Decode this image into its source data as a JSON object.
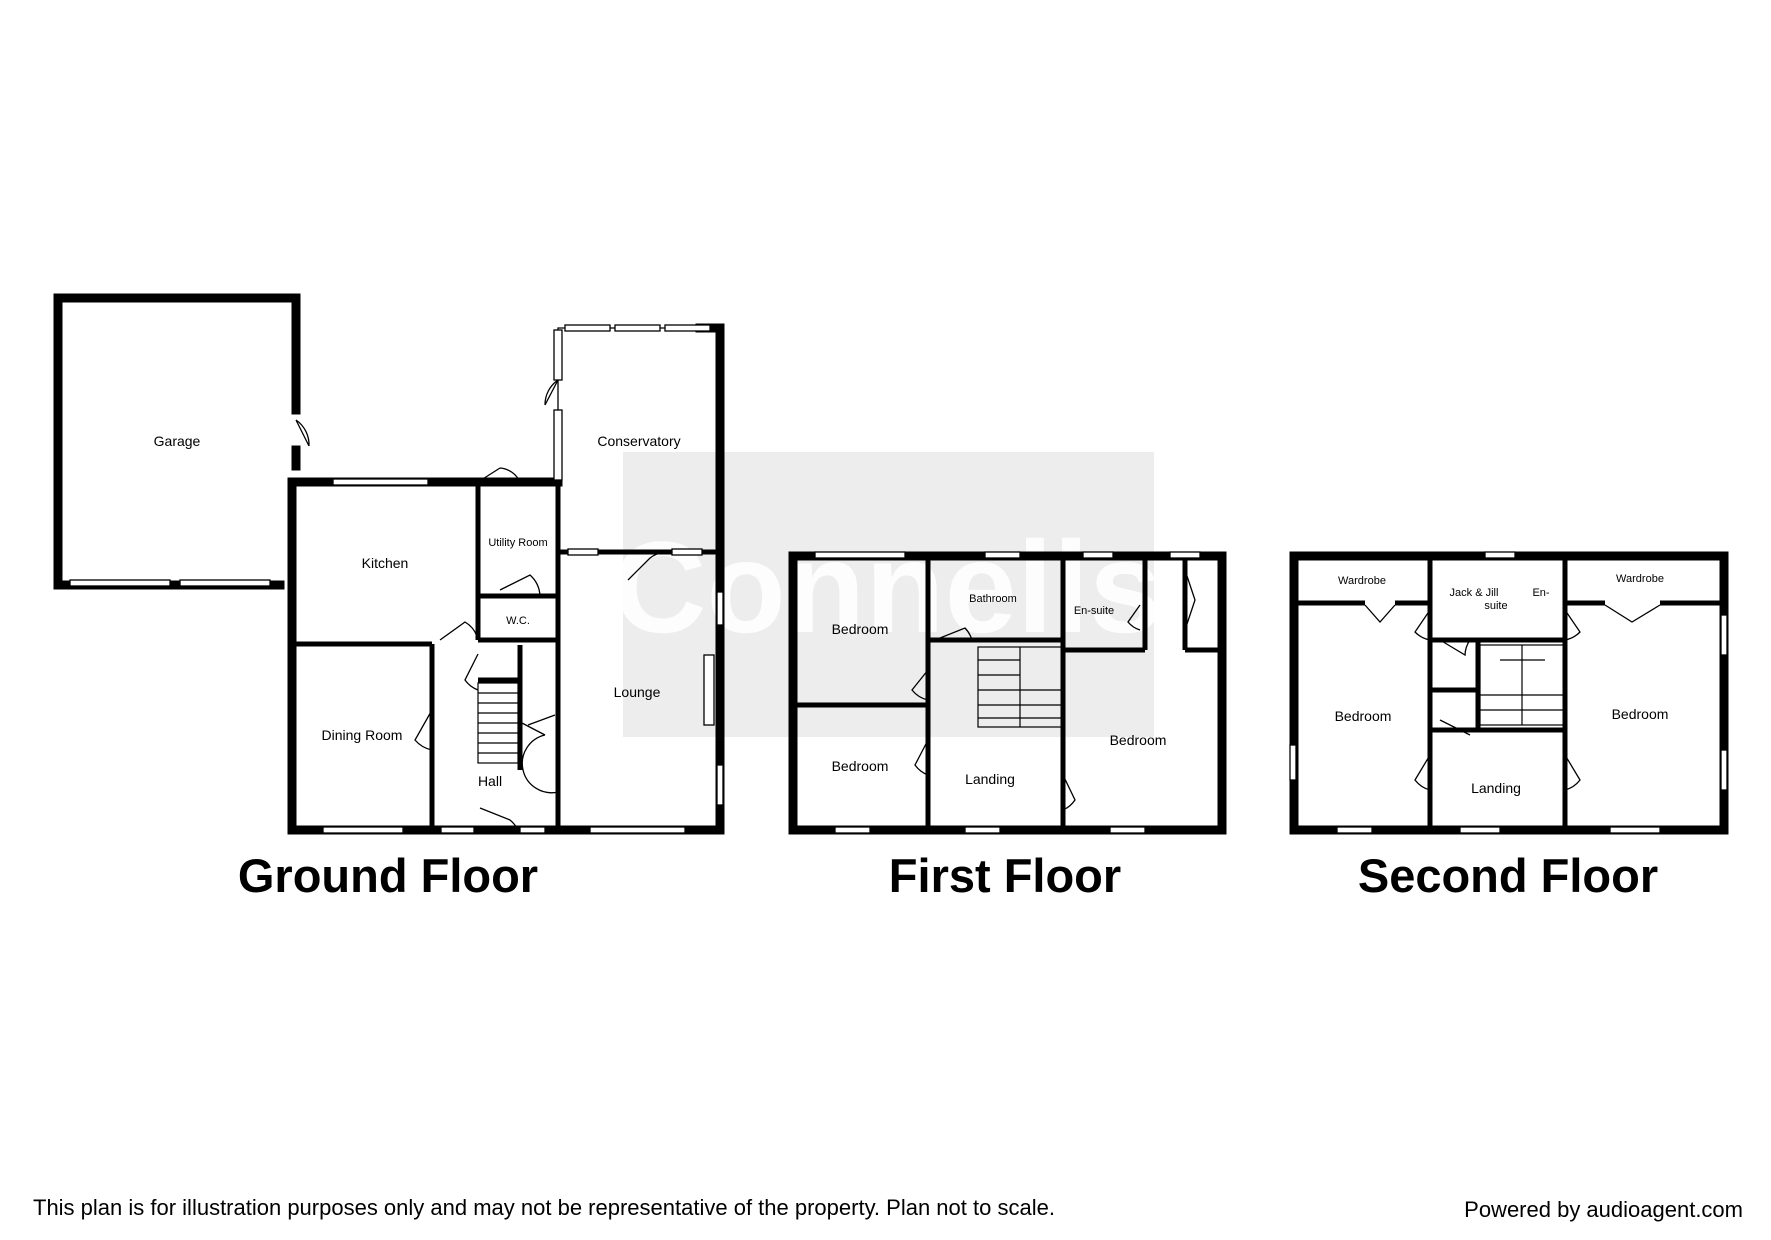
{
  "watermark": "Connells",
  "floors": [
    {
      "title": "Ground Floor",
      "rooms": [
        "Garage",
        "Conservatory",
        "Kitchen",
        "Utility Room",
        "W.C.",
        "Dining Room",
        "Lounge",
        "Hall"
      ]
    },
    {
      "title": "First Floor",
      "rooms": [
        "Bedroom",
        "Bathroom",
        "En-suite",
        "Bedroom",
        "Bedroom",
        "Landing"
      ]
    },
    {
      "title": "Second Floor",
      "rooms": [
        "Wardrobe",
        "Jack & Jill",
        "En-",
        "suite",
        "Wardrobe",
        "Bedroom",
        "Bedroom",
        "Landing"
      ]
    }
  ],
  "footer": {
    "disclaimer": "This plan is for illustration purposes only and may not be representative of the property. Plan not to scale.",
    "powered_by": "Powered by audioagent.com"
  }
}
